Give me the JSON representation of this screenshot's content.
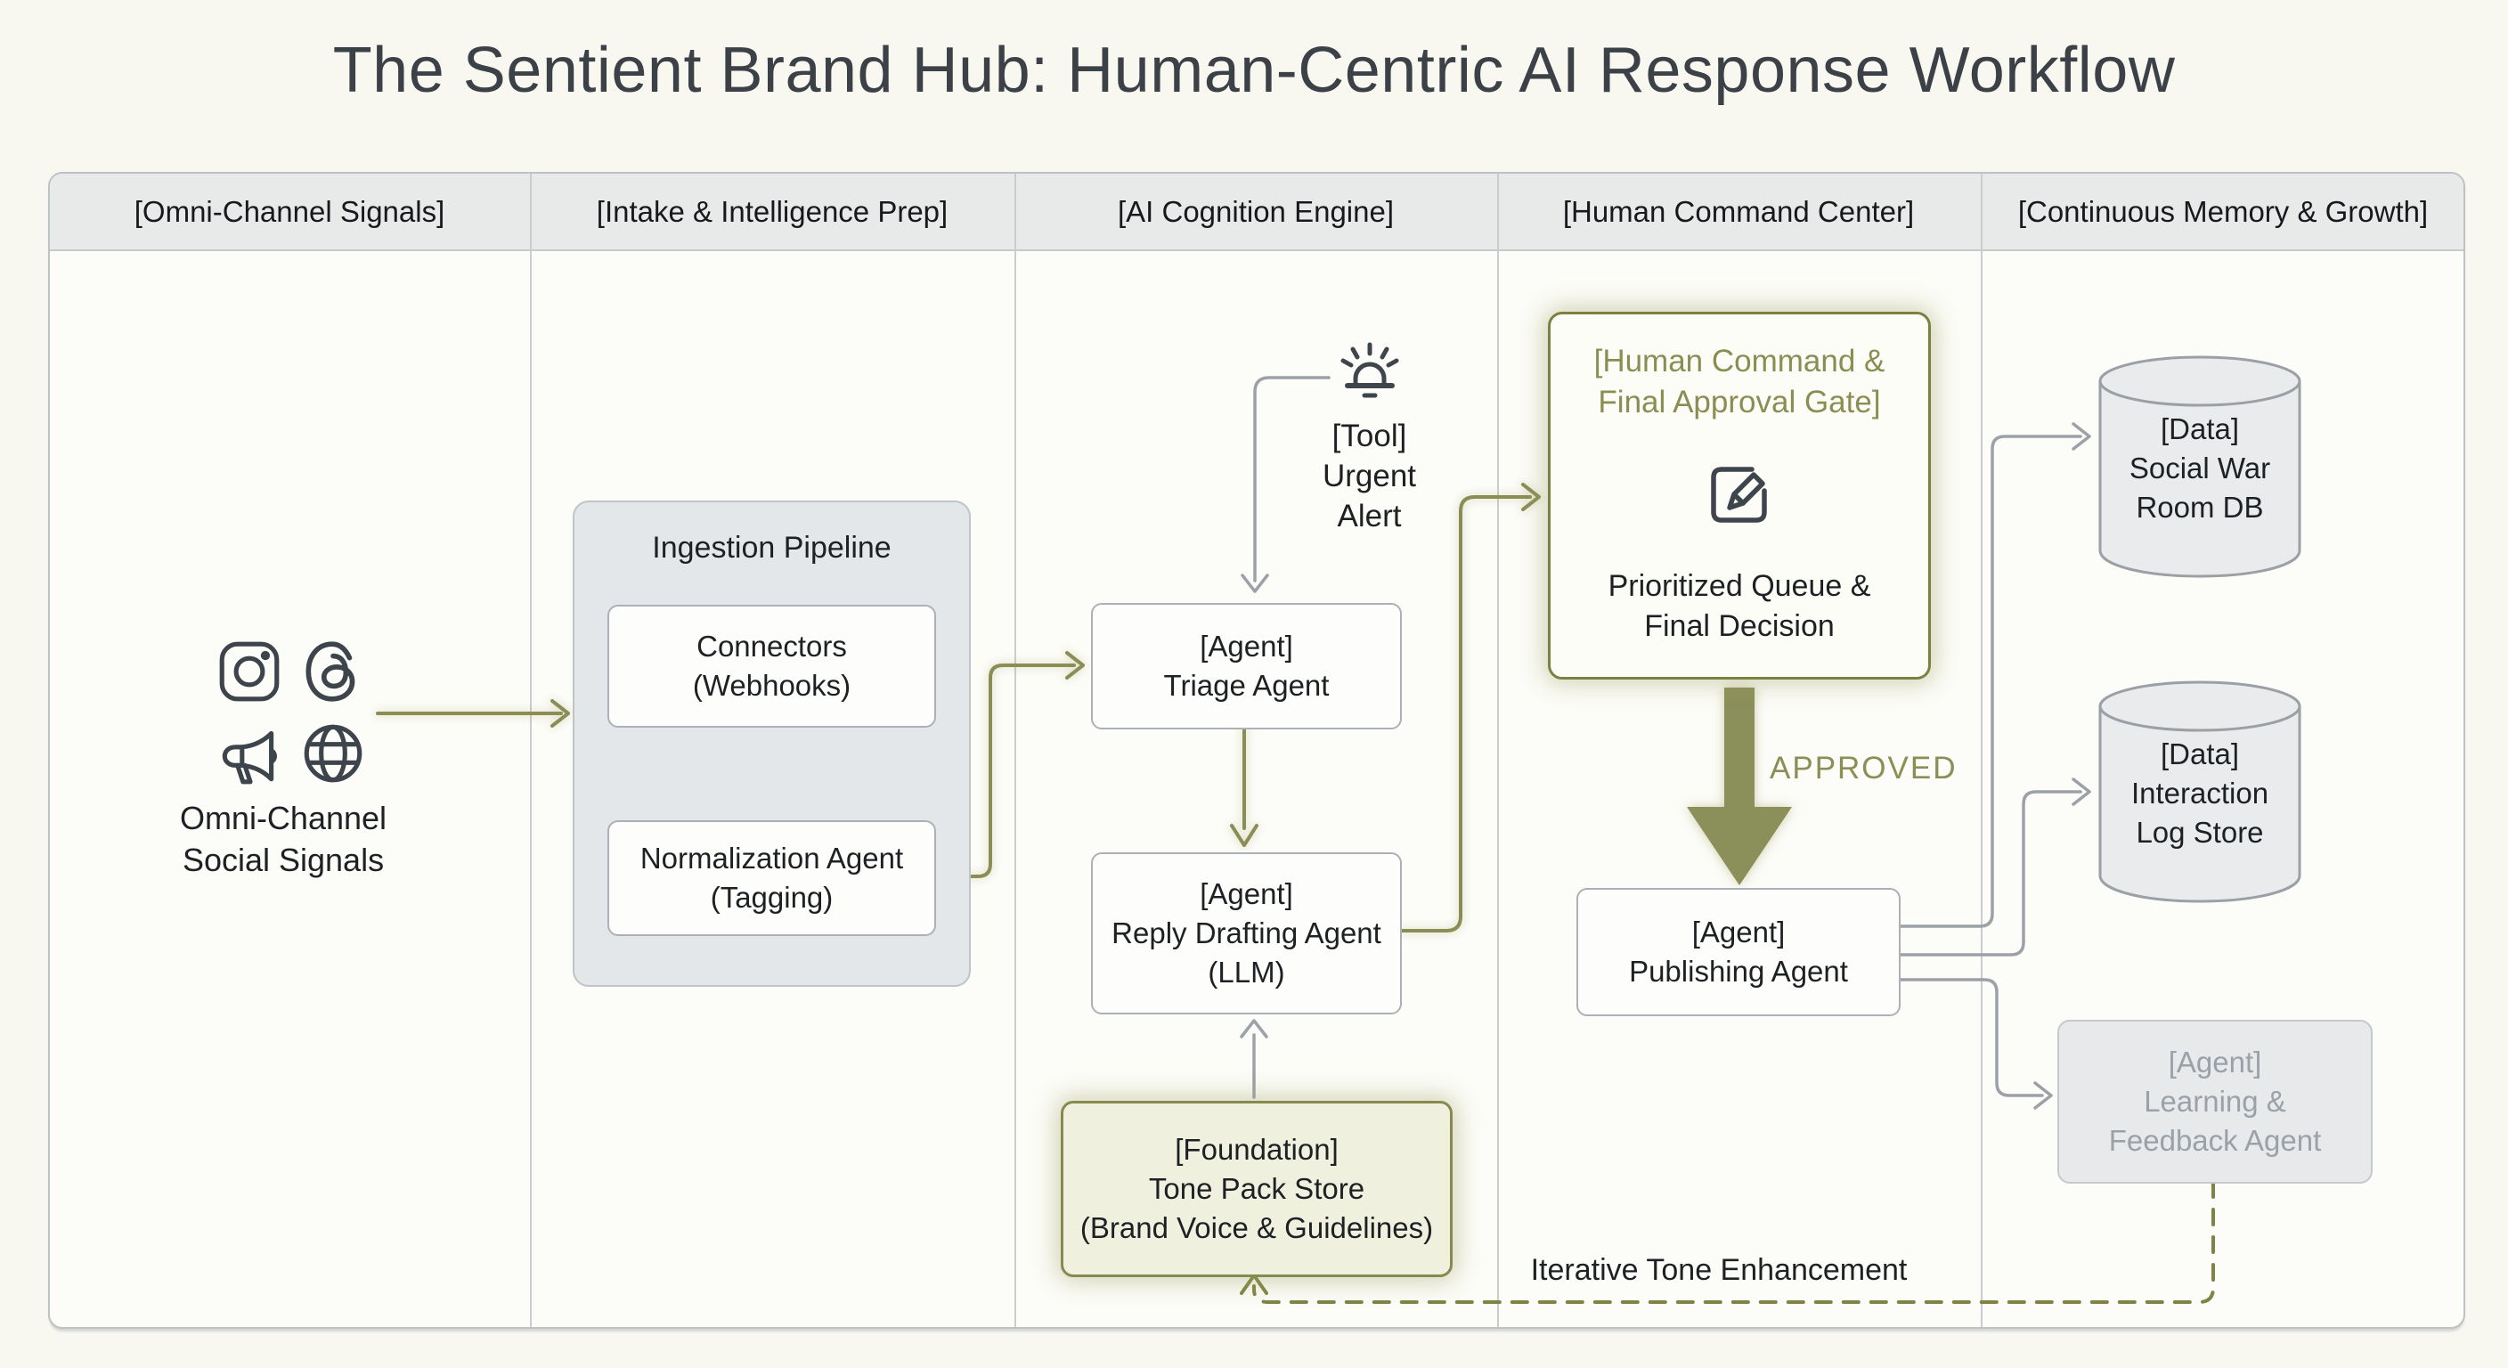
{
  "title": "The Sentient Brand Hub: Human-Centric AI Response Workflow",
  "colors": {
    "accent_olive_line": "#8A8E55",
    "accent_olive_fill": "#8B8F5A",
    "accent_olive_text": "#8A8E52",
    "gray_line": "#9CA1A7",
    "dark_text": "#1E2124",
    "lane_header_bg": "#E8EAEA",
    "pale_olive_bg": "#EFF0DE"
  },
  "lanes": [
    {
      "label": "[Omni-Channel Signals]"
    },
    {
      "label": "[Intake & Intelligence Prep]"
    },
    {
      "label": "[AI Cognition Engine]"
    },
    {
      "label": "[Human Command Center]"
    },
    {
      "label": "[Continuous Memory & Growth]"
    }
  ],
  "nodes": {
    "omni_signals": {
      "icons": [
        "instagram-icon",
        "threads-icon",
        "megaphone-icon",
        "globe-icon"
      ],
      "lines": [
        "Omni-Channel",
        "Social Signals"
      ]
    },
    "ingestion": {
      "title": "Ingestion Pipeline"
    },
    "connectors": {
      "lines": [
        "Connectors",
        "(Webhooks)"
      ]
    },
    "normalization": {
      "lines": [
        "Normalization Agent",
        "(Tagging)"
      ]
    },
    "triage": {
      "lines": [
        "[Agent]",
        "Triage Agent"
      ]
    },
    "urgent_alert": {
      "icon": "siren-icon",
      "lines": [
        "[Tool]",
        "Urgent",
        "Alert"
      ]
    },
    "reply_drafting": {
      "lines": [
        "[Agent]",
        "Reply Drafting Agent",
        "(LLM)"
      ]
    },
    "tone_pack": {
      "lines": [
        "[Foundation]",
        "Tone Pack Store",
        "(Brand Voice & Guidelines)"
      ]
    },
    "human_gate": {
      "title_lines": [
        "[Human Command &",
        "Final Approval Gate]"
      ],
      "icon": "edit-icon",
      "sub_lines": [
        "Prioritized Queue &",
        "Final Decision"
      ]
    },
    "publishing": {
      "lines": [
        "[Agent]",
        "Publishing Agent"
      ]
    },
    "social_war_room_db": {
      "lines": [
        "[Data]",
        "Social War",
        "Room DB"
      ]
    },
    "interaction_log": {
      "lines": [
        "[Data]",
        "Interaction",
        "Log Store"
      ]
    },
    "learning_feedback": {
      "lines": [
        "[Agent]",
        "Learning &",
        "Feedback Agent"
      ]
    }
  },
  "edges": {
    "approved_label": "APPROVED",
    "iterative_label": "Iterative Tone Enhancement"
  }
}
